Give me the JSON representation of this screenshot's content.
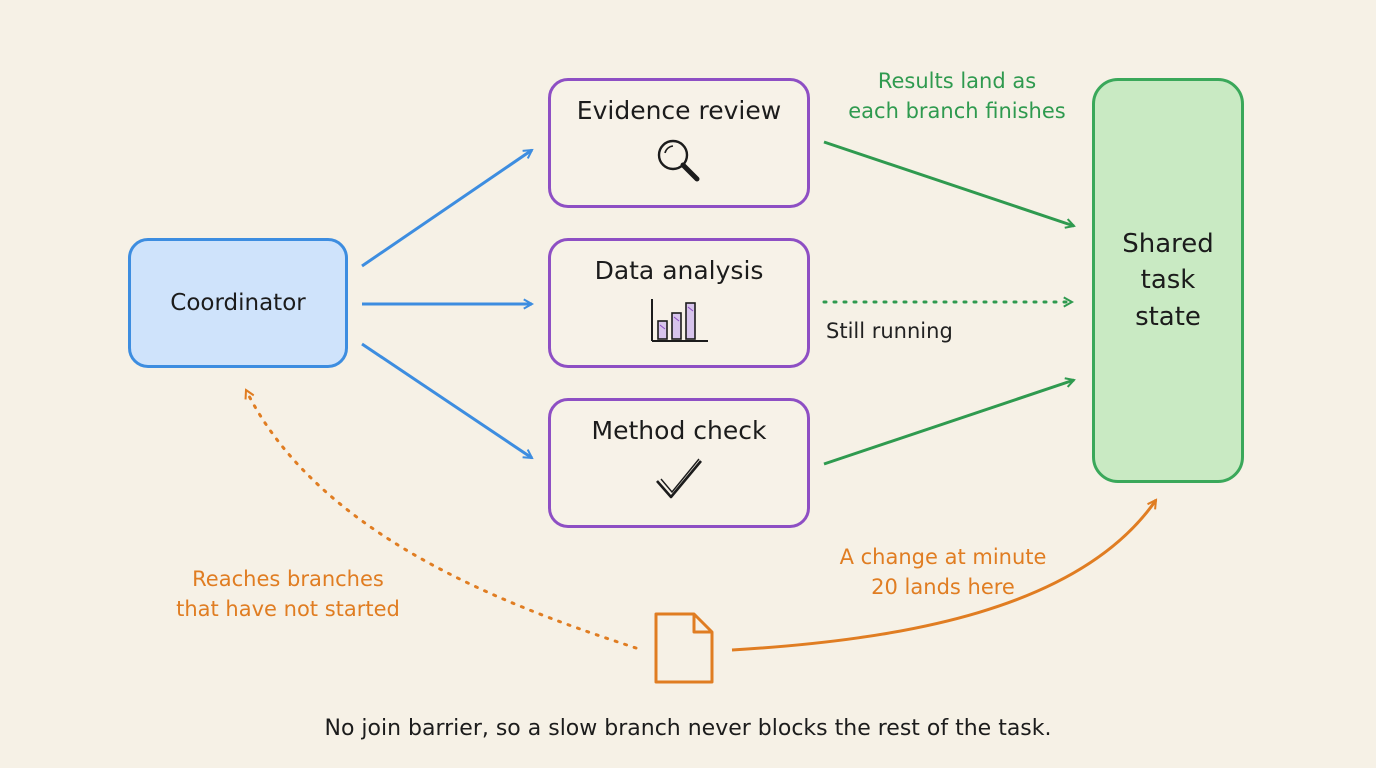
{
  "nodes": {
    "coordinator": {
      "label": "Coordinator"
    },
    "evidence_review": {
      "label": "Evidence review",
      "icon": "magnifier-icon"
    },
    "data_analysis": {
      "label": "Data analysis",
      "icon": "bar-chart-icon"
    },
    "method_check": {
      "label": "Method check",
      "icon": "checkmark-icon"
    },
    "shared_state": {
      "label_lines": [
        "Shared",
        "task",
        "state"
      ]
    }
  },
  "annotations": {
    "results_line1": "Results land as",
    "results_line2": "each branch finishes",
    "still_running": "Still running",
    "reaches_line1": "Reaches branches",
    "reaches_line2": "that have not started",
    "change_line1": "A change at minute",
    "change_line2": "20 lands here"
  },
  "caption": "No join barrier, so a slow branch never blocks the rest of the task.",
  "colors": {
    "background": "#f6f1e6",
    "coordinator_fill": "#cfe3fb",
    "coordinator_stroke": "#3d8de0",
    "branch_stroke": "#8e4fc4",
    "state_fill": "#c9eac3",
    "state_stroke": "#3aa85a",
    "result_arrow": "#2f9a4f",
    "change_arrow": "#e07d22"
  },
  "icons": [
    "magnifier-icon",
    "bar-chart-icon",
    "checkmark-icon",
    "document-icon"
  ]
}
